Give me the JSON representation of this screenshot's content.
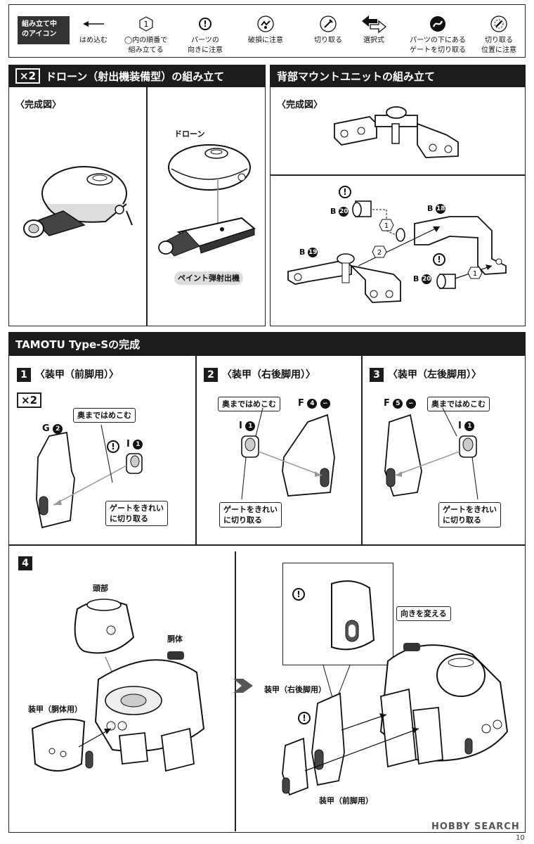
{
  "legend": {
    "title": "組み立て中\nのアイコン",
    "items": [
      {
        "icon": "arrow-left-icon",
        "label": "はめ込む"
      },
      {
        "icon": "order-number-icon",
        "symbol": "1",
        "label": "◯内の順番で\n組み立てる"
      },
      {
        "icon": "warning-icon",
        "label": "パーツの\n向きに注意"
      },
      {
        "icon": "damage-caution-icon",
        "label": "破損に注意"
      },
      {
        "icon": "cut-icon",
        "label": "切り取る"
      },
      {
        "icon": "choice-arrows-icon",
        "label": "選択式"
      },
      {
        "icon": "gate-under-cut-icon",
        "label": "パーツの下にある\nゲートを切り取る"
      },
      {
        "icon": "cut-position-icon",
        "label": "切り取る\n位置に注意"
      }
    ]
  },
  "drone_section": {
    "multiplier": "×2",
    "title": "ドローン（射出機装備型）の組み立て",
    "complete_label": "〈完成図〉",
    "label_drone": "ドローン",
    "label_launcher": "ペイント弾射出機"
  },
  "mount_section": {
    "title": "背部マウントユニットの組み立て",
    "complete_label": "〈完成図〉",
    "parts": {
      "b20_top": {
        "letter": "B",
        "num": "20"
      },
      "b18": {
        "letter": "B",
        "num": "18"
      },
      "b19": {
        "letter": "B",
        "num": "19"
      },
      "b20_bottom": {
        "letter": "B",
        "num": "20"
      }
    },
    "order_marks": [
      "1",
      "2",
      "1"
    ],
    "warn": "!"
  },
  "tamotu_section": {
    "title": "TAMOTU Type-Sの完成",
    "steps": [
      {
        "num": "1",
        "title": "〈装甲（前脚用）〉",
        "multiplier": "×2",
        "part_a": {
          "letter": "G",
          "num": "2"
        },
        "part_b": {
          "letter": "I",
          "num": "1"
        },
        "callout_top": "奥まではめこむ",
        "callout_bottom": "ゲートをきれい\nに切り取る"
      },
      {
        "num": "2",
        "title": "〈装甲（右後脚用）〉",
        "part_a": {
          "letter": "I",
          "num": "1"
        },
        "part_b": {
          "letter": "F",
          "num": "4"
        },
        "callout_top": "奥まではめこむ",
        "callout_bottom": "ゲートをきれい\nに切り取る"
      },
      {
        "num": "3",
        "title": "〈装甲（左後脚用）〉",
        "part_a": {
          "letter": "F",
          "num": "5"
        },
        "part_b": {
          "letter": "I",
          "num": "1"
        },
        "callout_top": "奥まではめこむ",
        "callout_bottom": "ゲートをきれい\nに切り取る"
      }
    ],
    "step4": {
      "num": "4",
      "label_head": "頭部",
      "label_body": "胴体",
      "label_body_armor": "装甲（胴体用）",
      "label_rear_armor": "装甲（右後脚用）",
      "label_front_armor": "装甲（前脚用）",
      "callout_turn": "向きを変える"
    }
  },
  "footer": {
    "watermark": "HOBBY SEARCH",
    "page": "10"
  }
}
